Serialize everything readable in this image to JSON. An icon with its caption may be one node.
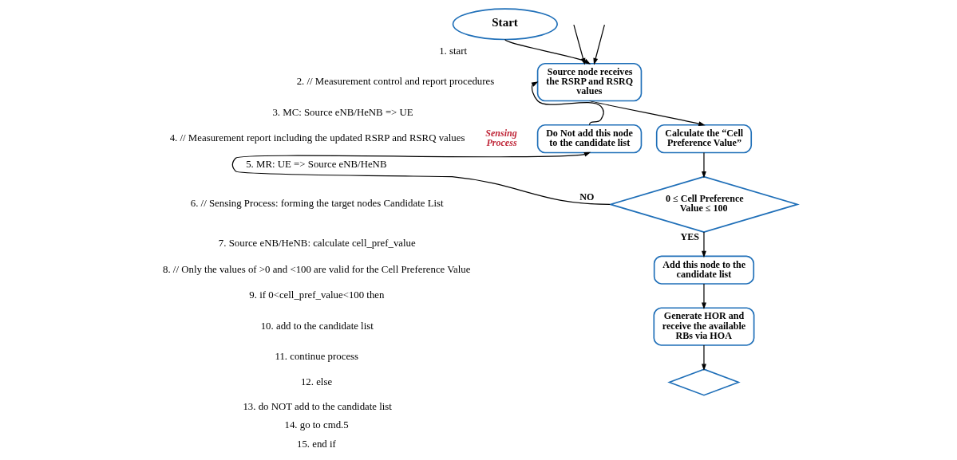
{
  "diagram": {
    "nodes": [
      {
        "text": [
          "Start"
        ]
      },
      {
        "text": [
          "Source node receives the RSRP and RSRQ values"
        ]
      },
      {
        "text": [
          "Do Not add this node to the candidate list"
        ]
      },
      {
        "text": [
          "Calculate the “Cell Preference Value”"
        ]
      },
      {
        "text": [
          "0 ≤ Cell Preference Value ≤ 100"
        ]
      },
      {
        "text": [
          "Add this node to the candidate list"
        ]
      },
      {
        "text": [
          "Generate HOR and receive the available RBs via HOA"
        ]
      },
      {
        "text": [],
        "shape": "diamond"
      }
    ],
    "edges": [
      {
        "from": 0,
        "to": 1,
        "arrow": "to"
      },
      {
        "from": null,
        "to": 1,
        "arrow": "to"
      },
      {
        "from": null,
        "to": 1,
        "arrow": "to"
      },
      {
        "from": 1,
        "to": 3,
        "arrow": "to"
      },
      {
        "from": 3,
        "to": 4,
        "arrow": "to"
      },
      {
        "from": 4,
        "to": 2,
        "arrow": "to",
        "label": "NO"
      },
      {
        "from": 2,
        "to": 1,
        "arrow": "to"
      },
      {
        "from": 4,
        "to": 5,
        "arrow": "to",
        "label": "YES"
      },
      {
        "from": 5,
        "to": 6,
        "arrow": "to"
      },
      {
        "from": 6,
        "to": 7,
        "arrow": "to"
      }
    ],
    "labels": [
      "Sensing Process",
      "1. start",
      "2. // Measurement control and report procedures",
      "3. MC: Source eNB/HeNB => UE",
      "4. // Measurement report including the updated RSRP and RSRQ values",
      "5. MR: UE => Source eNB/HeNB",
      "6. // Sensing Process: forming the target nodes Candidate List",
      "7. Source eNB/HeNB: calculate cell_pref_value",
      "8. // Only the values of >0 and <100 are valid for the Cell Preference Value",
      "9. if 0<cell_pref_value<100 then",
      "10. add to the candidate list",
      "11. continue process",
      "12. else",
      "13. do NOT add to the candidate list",
      "14. go to cmd.5",
      "15. end if"
    ]
  }
}
